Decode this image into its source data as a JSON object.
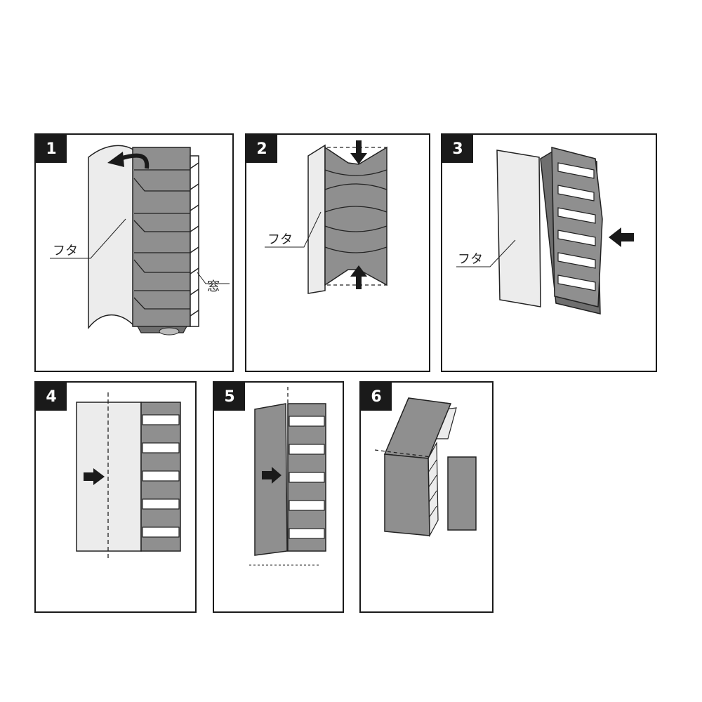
{
  "steps": [
    {
      "number": "1",
      "lid_label": "フタ",
      "window_label": "窓"
    },
    {
      "number": "2",
      "lid_label": "フタ"
    },
    {
      "number": "3",
      "lid_label": "フタ"
    },
    {
      "number": "4"
    },
    {
      "number": "5"
    },
    {
      "number": "6"
    }
  ],
  "colors": {
    "pocket_gray": "#8f8f8f",
    "pocket_dark": "#6f6f6f",
    "lid_light": "#ececec",
    "badge": "#1a1a1a",
    "outline": "#222222"
  }
}
